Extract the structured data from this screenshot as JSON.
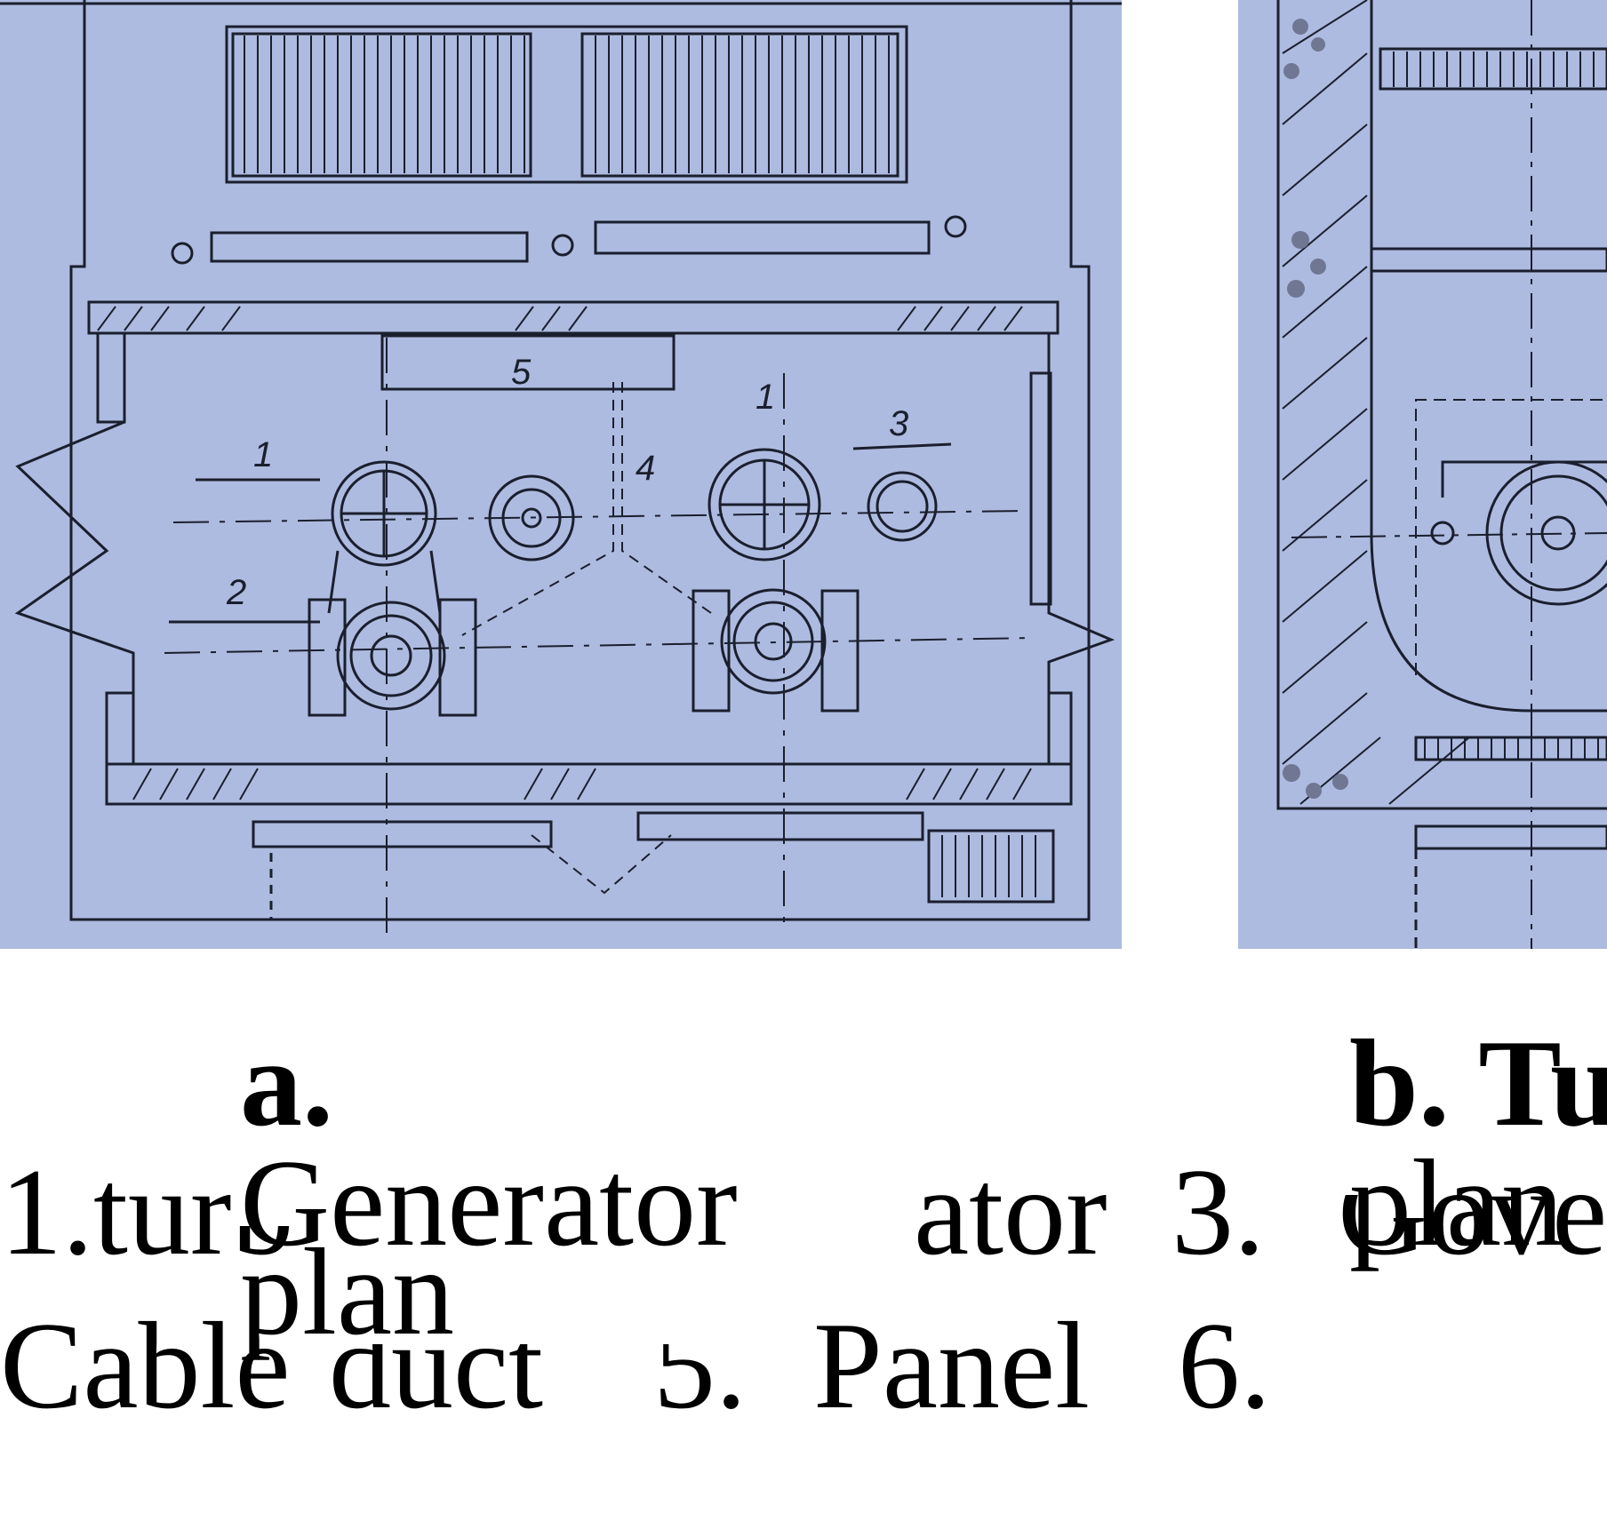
{
  "figure_a": {
    "callouts": {
      "c1": "1",
      "c2": "2",
      "c3": "3",
      "c4": "4",
      "c5": "5",
      "c1b": "1"
    }
  },
  "captions": {
    "a_line1": "a.",
    "a_line2": "Generator",
    "a_line3": "plan",
    "b_line1": "b. Tu",
    "b_line2": "plan"
  },
  "legend": {
    "row1_left": "1.turb",
    "row1_mid": "ator",
    "row1_num3": "3.",
    "row1_right": "Gove",
    "row2_left": "Cable",
    "row2_duct": "duct",
    "row2_num5": "5.",
    "row2_panel": "Panel",
    "row2_num6": "6."
  },
  "colors": {
    "paper": "#aebbe0",
    "ink": "#1a1f2e",
    "background": "#ffffff"
  }
}
